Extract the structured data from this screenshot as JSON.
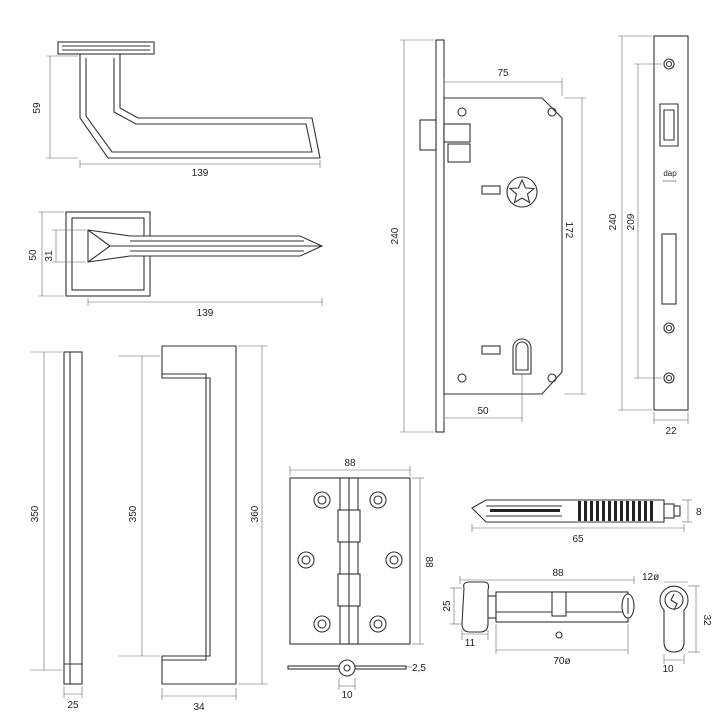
{
  "brand": {
    "name": "dap",
    "subtitle": "DOCRAT"
  },
  "dimensions": {
    "lever_side_height": "59",
    "lever_side_length": "139",
    "lever_top_rose": "50",
    "lever_top_grip": "31",
    "lever_top_length": "139",
    "lock_case_height": "240",
    "lock_body_width": "75",
    "lock_body_height": "172",
    "lock_backset": "50",
    "faceplate_height": "240",
    "faceplate_holes": "209",
    "faceplate_width": "22",
    "bar_length": "350",
    "bar_width": "25",
    "pull_inner": "350",
    "pull_outer": "360",
    "pull_depth": "34",
    "hinge_width": "88",
    "hinge_height": "88",
    "hinge_knuckle": "10",
    "hinge_thickness": "2,5",
    "key_length": "65",
    "key_width": "8",
    "cyl_length": "88",
    "cyl_knob": "25",
    "cyl_knob_offset": "11",
    "cyl_body": "70ø",
    "cyl_dia": "12ø",
    "cyl_height": "32",
    "cyl_profile_width": "10"
  }
}
